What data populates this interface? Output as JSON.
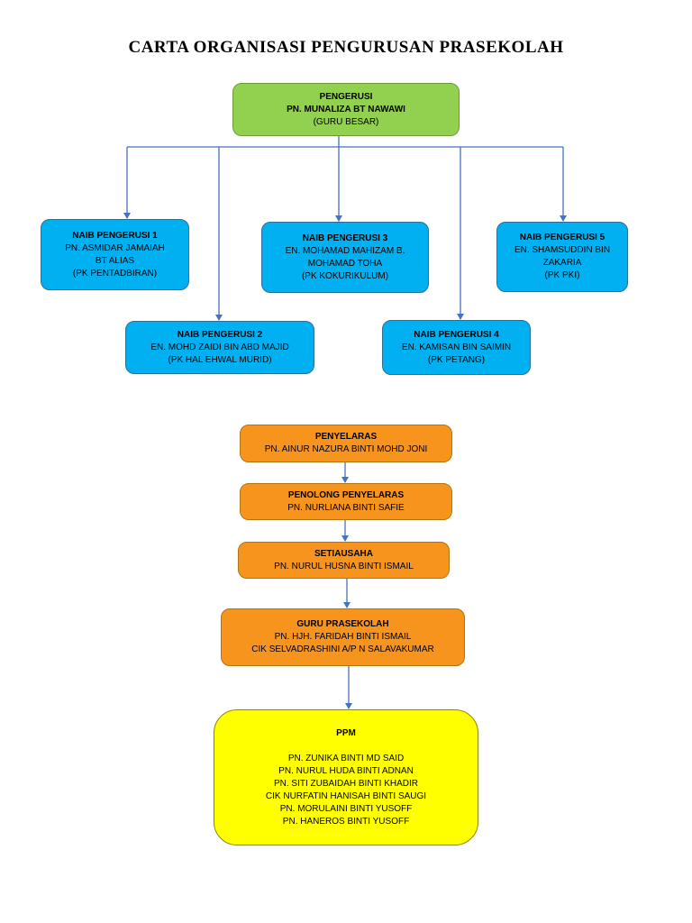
{
  "title": "CARTA ORGANISASI PENGURUSAN PRASEKOLAH",
  "colors": {
    "chair": "#92d050",
    "deputy": "#00b0f0",
    "staff": "#f7941d",
    "ppm": "#ffff00",
    "connector": "#4472c4"
  },
  "chair": {
    "role": "PENGERUSI",
    "name": "PN. MUNALIZA BT NAWAWI",
    "note": "(GURU BESAR)"
  },
  "deputies": [
    {
      "role": "NAIB PENGERUSI 1",
      "lines": [
        "PN. ASMIDAR JAMAIAH",
        "BT ALIAS",
        "(PK PENTADBIRAN)"
      ]
    },
    {
      "role": "NAIB PENGERUSI 2",
      "lines": [
        "EN. MOHD ZAIDI BIN ABD MAJID",
        "(PK HAL EHWAL MURID)"
      ]
    },
    {
      "role": "NAIB PENGERUSI 3",
      "lines": [
        "EN. MOHAMAD MAHIZAM B.",
        "MOHAMAD TOHA",
        "(PK KOKURIKULUM)"
      ]
    },
    {
      "role": "NAIB PENGERUSI 4",
      "lines": [
        "EN. KAMISAN BIN SAIMIN",
        "(PK PETANG)"
      ]
    },
    {
      "role": "NAIB PENGERUSI 5",
      "lines": [
        "EN. SHAMSUDDIN BIN",
        "ZAKARIA",
        "(PK PKI)"
      ]
    }
  ],
  "penyelaras": {
    "role": "PENYELARAS",
    "name": "PN. AINUR NAZURA BINTI MOHD JONI"
  },
  "penolong": {
    "role": "PENOLONG PENYELARAS",
    "name": "PN. NURLIANA BINTI SAFIE"
  },
  "setiausaha": {
    "role": "SETIAUSAHA",
    "name": "PN. NURUL HUSNA BINTI ISMAIL"
  },
  "guru": {
    "role": "GURU PRASEKOLAH",
    "names": [
      "PN. HJH. FARIDAH BINTI ISMAIL",
      "CIK SELVADRASHINI A/P N SALAVAKUMAR"
    ]
  },
  "ppm": {
    "role": "PPM",
    "names": [
      "PN. ZUNIKA BINTI MD SAID",
      "PN. NURUL HUDA BINTI ADNAN",
      "PN. SITI ZUBAIDAH BINTI KHADIR",
      "CIK NURFATIN HANISAH BINTI SAUGI",
      "PN. MORULAINI BINTI YUSOFF",
      "PN. HANEROS BINTI YUSOFF"
    ]
  }
}
